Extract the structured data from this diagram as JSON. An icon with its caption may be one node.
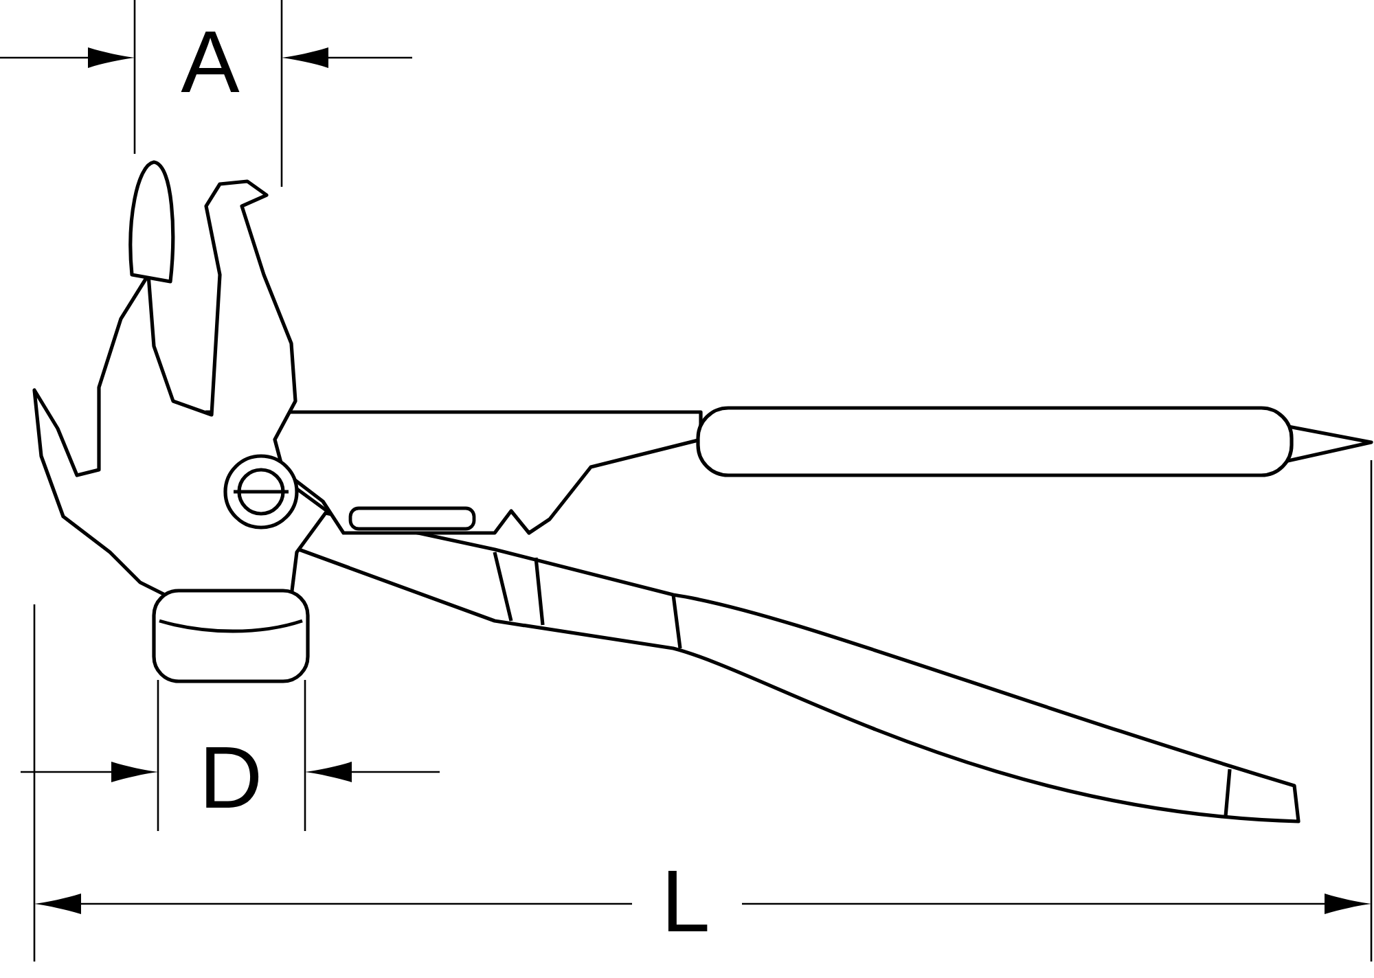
{
  "diagram": {
    "labels": [
      "A",
      "D",
      "L"
    ]
  }
}
